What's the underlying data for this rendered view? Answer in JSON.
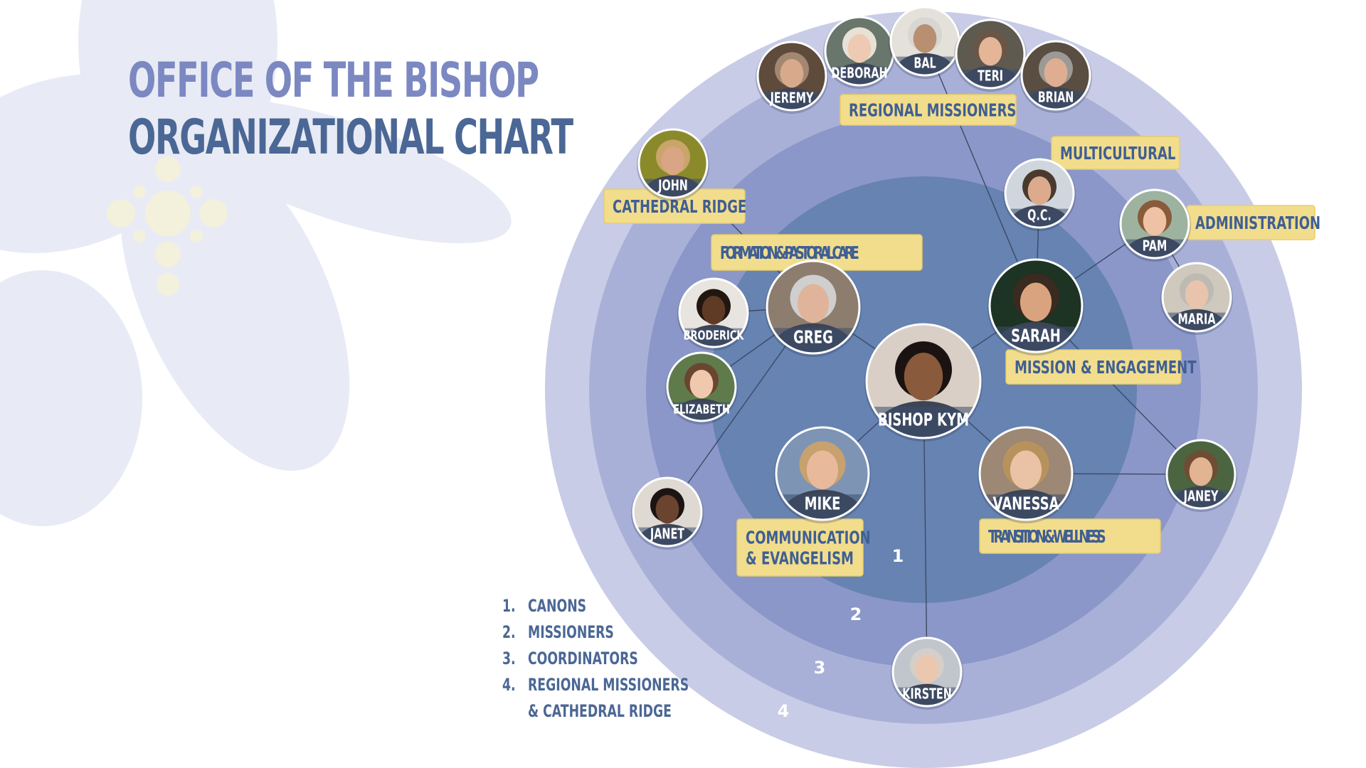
{
  "title": {
    "line1": "OFFICE OF THE BISHOP",
    "line2": "ORGANIZATIONAL CHART"
  },
  "legend": [
    {
      "num": "1.",
      "text": "CANONS"
    },
    {
      "num": "2.",
      "text": "MISSIONERS"
    },
    {
      "num": "3.",
      "text": "COORDINATORS"
    },
    {
      "num": "4.",
      "text": "REGIONAL MISSIONERS",
      "text2": "& CATHEDRAL RIDGE"
    }
  ],
  "rings": [
    {
      "num": "1",
      "color": "#6683b2"
    },
    {
      "num": "2",
      "color": "#8b97c8"
    },
    {
      "num": "3",
      "color": "#a9b0d8"
    },
    {
      "num": "4",
      "color": "#c8cce6"
    }
  ],
  "colors": {
    "label_fill": "#f2dd8c",
    "label_text": "#3f5f94",
    "title_light": "#7c88c1",
    "title_dark": "#4b6795"
  },
  "people": [
    {
      "id": "bishop",
      "name": "BISHOP KYM",
      "skin": "#8a5a3c",
      "hair": "#1a1311",
      "bg": "#d9cfc6"
    },
    {
      "id": "sarah",
      "name": "SARAH",
      "skin": "#d9a37f",
      "hair": "#3a2a1f",
      "bg": "#1d3323"
    },
    {
      "id": "greg",
      "name": "GREG",
      "skin": "#e0b49b",
      "hair": "#cfcfcf",
      "bg": "#8d7d6f"
    },
    {
      "id": "mike",
      "name": "MIKE",
      "skin": "#e8b99b",
      "hair": "#c7a16e",
      "bg": "#7d94b5"
    },
    {
      "id": "vanessa",
      "name": "VANESSA",
      "skin": "#eac3a6",
      "hair": "#b8925d",
      "bg": "#9c8874"
    },
    {
      "id": "broderick",
      "name": "BRODERICK",
      "skin": "#5f3b26",
      "hair": "#221611",
      "bg": "#e8e4df"
    },
    {
      "id": "elizabeth",
      "name": "ELIZABETH",
      "skin": "#f0c8ae",
      "hair": "#6a4630",
      "bg": "#5f7b4b"
    },
    {
      "id": "janet",
      "name": "JANET",
      "skin": "#6b4430",
      "hair": "#1c1412",
      "bg": "#dedad3"
    },
    {
      "id": "qc",
      "name": "Q.C.",
      "skin": "#dcaa8d",
      "hair": "#4a3a2e",
      "bg": "#cfd6de"
    },
    {
      "id": "pam",
      "name": "PAM",
      "skin": "#efc2a6",
      "hair": "#8a5b3a",
      "bg": "#9db3a0"
    },
    {
      "id": "maria",
      "name": "MARIA",
      "skin": "#e7c4ab",
      "hair": "#bdbab4",
      "bg": "#cfc8bd"
    },
    {
      "id": "janey",
      "name": "JANEY",
      "skin": "#e2b492",
      "hair": "#6f4d34",
      "bg": "#4b6540"
    },
    {
      "id": "kirsten",
      "name": "KIRSTEN",
      "skin": "#ecc7b0",
      "hair": "#d4cfc8",
      "bg": "#c0c6cb"
    },
    {
      "id": "john",
      "name": "JOHN",
      "skin": "#d9a584",
      "hair": "#c9a56a",
      "bg": "#8a8a2a"
    },
    {
      "id": "jeremy",
      "name": "JEREMY",
      "skin": "#d8aa8b",
      "hair": "#a28870",
      "bg": "#5e4b3b"
    },
    {
      "id": "deborah",
      "name": "DEBORAH",
      "skin": "#efcab2",
      "hair": "#e7e1d6",
      "bg": "#68766c"
    },
    {
      "id": "bal",
      "name": "BAL",
      "skin": "#b98f72",
      "hair": "#d8d6d2",
      "bg": "#e4e0da"
    },
    {
      "id": "teri",
      "name": "TERI",
      "skin": "#e4b597",
      "hair": "#6a5646",
      "bg": "#5f5a50"
    },
    {
      "id": "brian",
      "name": "BRIAN",
      "skin": "#dfae92",
      "hair": "#9c9a96",
      "bg": "#5a4d41"
    }
  ],
  "labels": [
    {
      "id": "regional",
      "lines": [
        "REGIONAL MISSIONERS"
      ]
    },
    {
      "id": "multicultural",
      "lines": [
        "MULTICULTURAL"
      ]
    },
    {
      "id": "administration",
      "lines": [
        "ADMINISTRATION"
      ]
    },
    {
      "id": "cathedral",
      "lines": [
        "CATHEDRAL RIDGE"
      ]
    },
    {
      "id": "formation",
      "lines": [
        "FORMATION & PASTORAL CARE"
      ]
    },
    {
      "id": "mission",
      "lines": [
        "MISSION & ENGAGEMENT"
      ]
    },
    {
      "id": "transition",
      "lines": [
        "TRANSITION & WELLNESS"
      ]
    },
    {
      "id": "communication",
      "lines": [
        "COMMUNICATION",
        "& EVANGELISM"
      ]
    }
  ]
}
